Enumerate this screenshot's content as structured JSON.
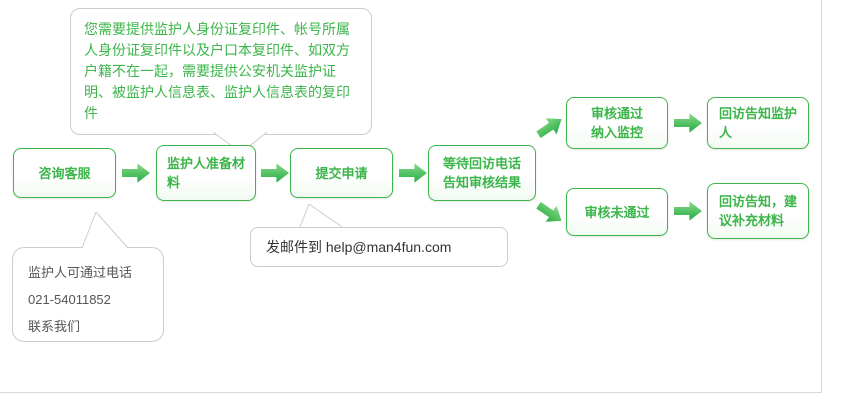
{
  "colors": {
    "accent": "#3cb54a",
    "bubble_border": "#cccccc",
    "arrow_light": "#8fdd8f",
    "arrow_dark": "#1ea83d"
  },
  "flow": {
    "steps": [
      {
        "label": "咨询客服"
      },
      {
        "label": "监护人准备材\n料"
      },
      {
        "label": "提交申请"
      },
      {
        "label": "等待回访电话\n告知审核结果"
      }
    ],
    "branch_pass": [
      {
        "label": "审核通过\n纳入监控"
      },
      {
        "label": "回访告知监护\n人"
      }
    ],
    "branch_fail": [
      {
        "label": "审核未通过"
      },
      {
        "label": "回访告知，建\n议补充材料"
      }
    ]
  },
  "callouts": {
    "materials": "您需要提供监护人身份证复印件、帐号所属人身份证复印件以及户口本复印件、如双方户籍不在一起，需要提供公安机关监护证明、被监护人信息表、监护人信息表的复印件",
    "phone_line1": "监护人可通过电话",
    "phone_line2": "021-54011852",
    "phone_line3": "联系我们",
    "email": "发邮件到 help@man4fun.com"
  }
}
